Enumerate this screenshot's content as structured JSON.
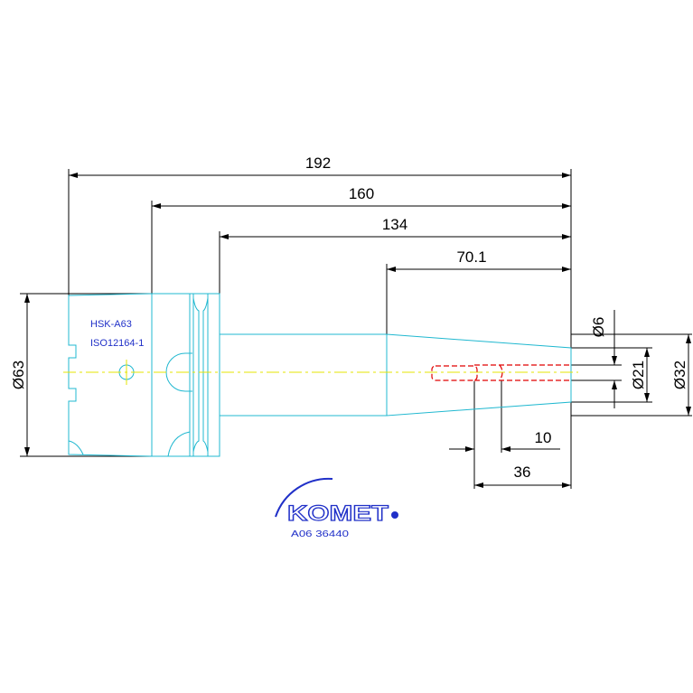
{
  "colors": {
    "background": "#ffffff",
    "dimension": "#000000",
    "outline": "#20b8d0",
    "centerline": "#e6e600",
    "hidden": "#e00000",
    "label": "#2030c8"
  },
  "dimensions": {
    "overall_length": "192",
    "length_from_flange": "160",
    "length_from_collar": "134",
    "taper_length": "70.1",
    "flange_diameter": "Ø63",
    "bore_diameter": "Ø6",
    "tip_diameter": "Ø21",
    "shank_diameter": "Ø32",
    "bore_step": "10",
    "bore_depth": "36"
  },
  "labels": {
    "interface": "HSK-A63",
    "standard": "ISO12164-1"
  },
  "logo": {
    "brand": "KOMET",
    "part_number": "A06 36440"
  }
}
